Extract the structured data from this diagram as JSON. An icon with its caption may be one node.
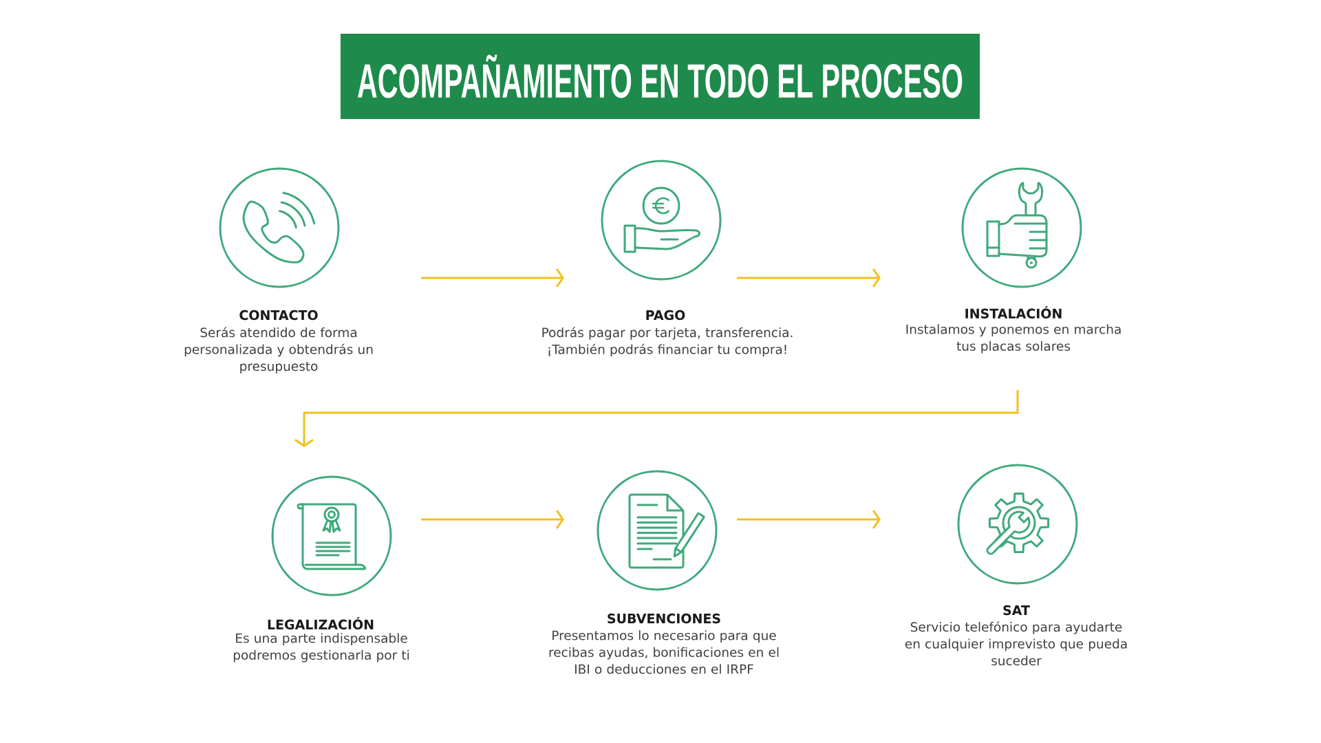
{
  "diagram": {
    "title": "ACOMPAÑAMIENTO EN TODO EL PROCESO",
    "nodes": [
      {
        "text": [
          "CONTACTO",
          "Serás atendido de forma personalizada y obtendrás un presupuesto"
        ]
      },
      {
        "text": [
          "PAGO",
          "Podrás pagar por tarjeta, transferencia. ¡También podrás financiar tu compra!"
        ]
      },
      {
        "text": [
          "INSTALACIÓN",
          "Instalamos y ponemos en marcha tus placas solares"
        ]
      },
      {
        "text": [
          "LEGALIZACIÓN",
          "Es una parte indispensable podremos gestionarla por ti"
        ]
      },
      {
        "text": [
          "SUBVENCIONES",
          "Presentamos lo necesario para que recibas ayudas, bonificaciones en el IBI o deducciones en el IRPF"
        ]
      },
      {
        "text": [
          "SAT",
          "Servicio telefónico para ayudarte en cualquier imprevisto que pueda suceder"
        ]
      }
    ],
    "edges": [
      {
        "from": 0,
        "to": 1,
        "arrow": "to"
      },
      {
        "from": 1,
        "to": 2,
        "arrow": "to"
      },
      {
        "from": 2,
        "to": 3,
        "arrow": "to"
      },
      {
        "from": 3,
        "to": 4,
        "arrow": "to"
      },
      {
        "from": 4,
        "to": 5,
        "arrow": "to"
      }
    ]
  }
}
